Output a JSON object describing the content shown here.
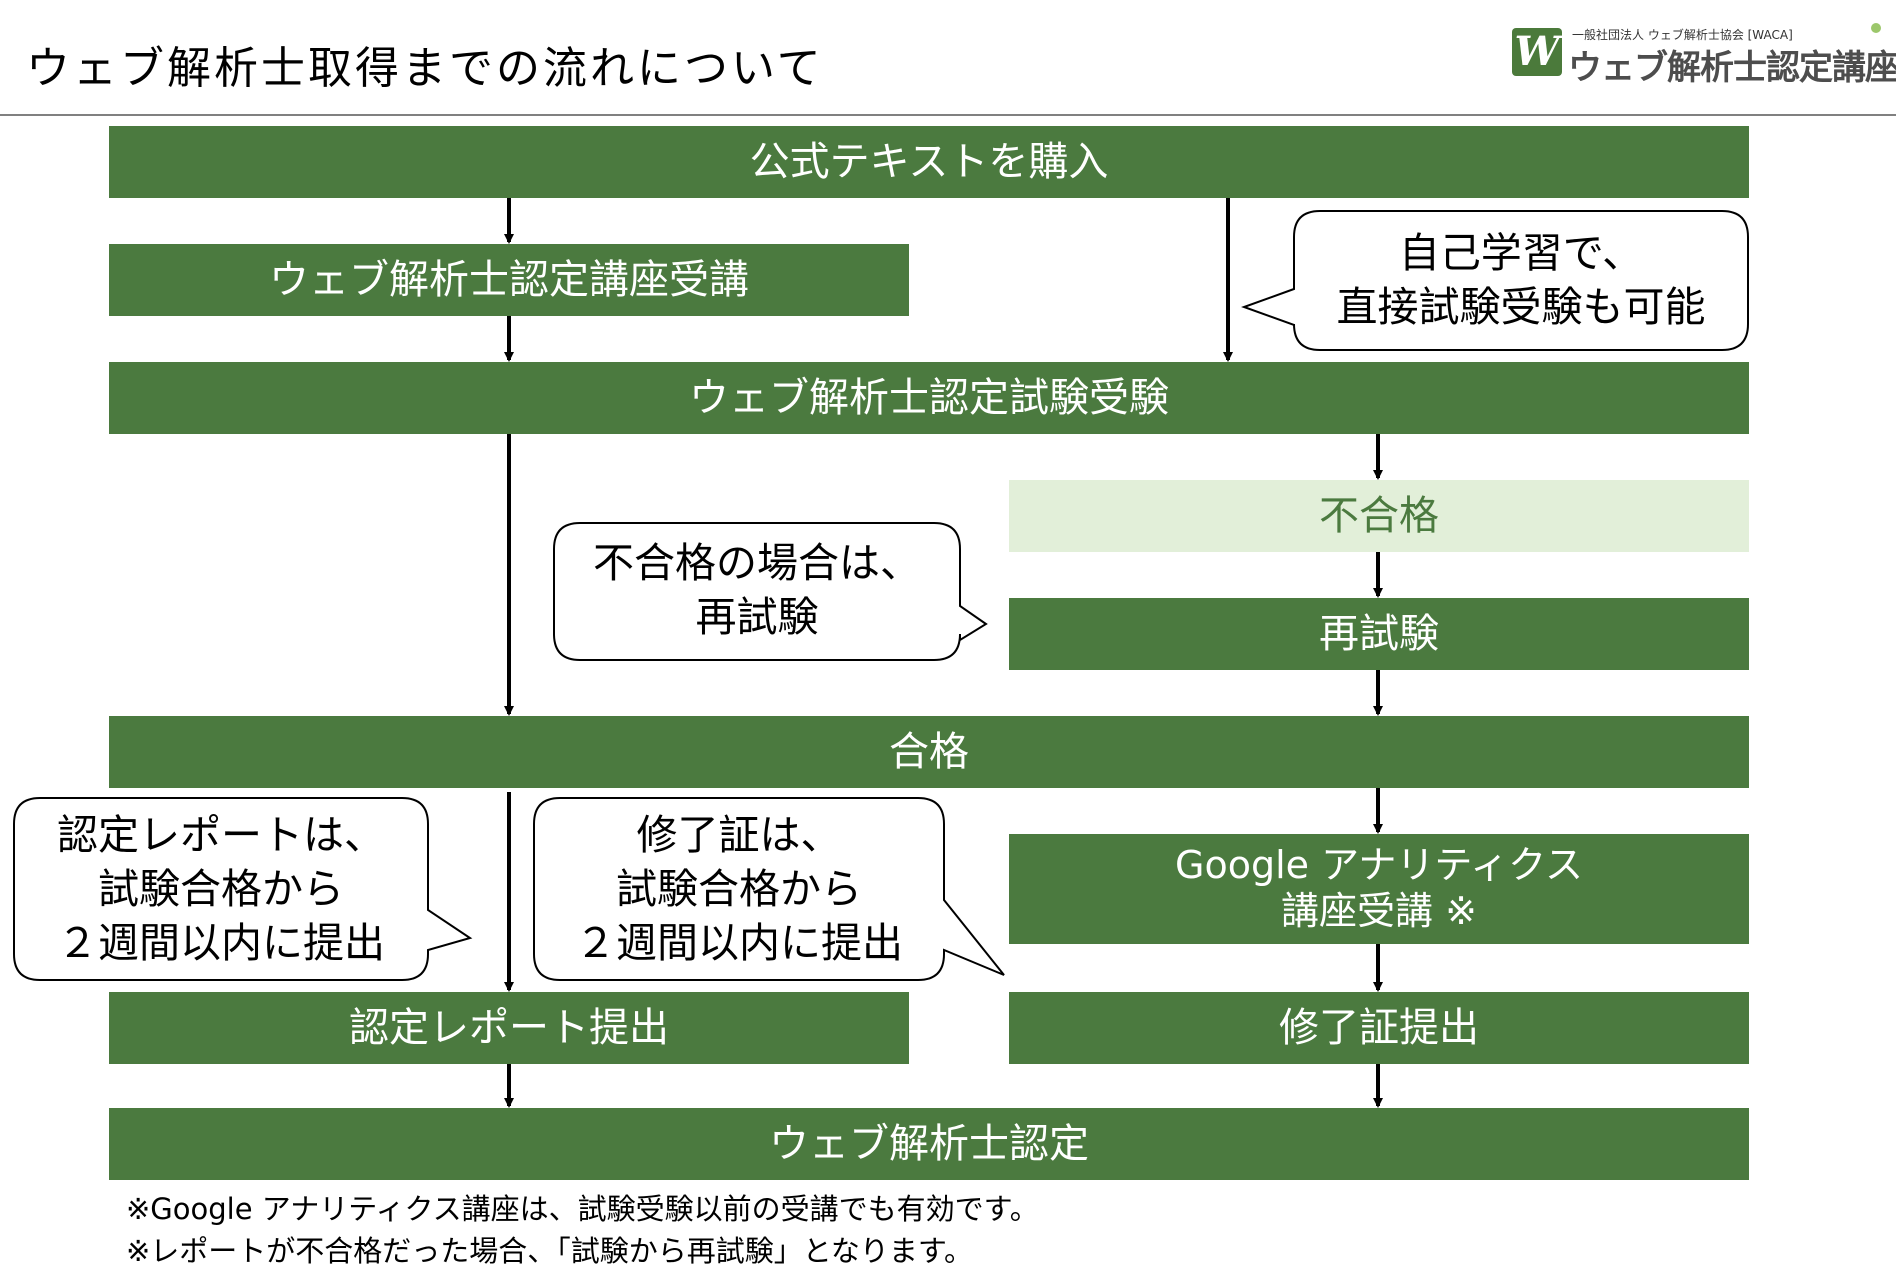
{
  "header": {
    "title": "ウェブ解析士取得までの流れについて",
    "logo": {
      "mark": "W",
      "subtitle": "一般社団法人 ウェブ解析士協会 [WACA]",
      "name": "ウェブ解析士認定講座"
    }
  },
  "flow": {
    "buy_text": "公式テキストを購入",
    "course": "ウェブ解析士認定講座受講",
    "exam": "ウェブ解析士認定試験受験",
    "fail": "不合格",
    "retest": "再試験",
    "pass": "合格",
    "ga_course_line1": "Google アナリティクス",
    "ga_course_line2": "講座受講 ※",
    "report": "認定レポート提出",
    "certificate": "修了証提出",
    "certified": "ウェブ解析士認定"
  },
  "callouts": {
    "self_study": [
      "自己学習で、",
      "直接試験受験も可能"
    ],
    "retest_note": [
      "不合格の場合は、",
      "再試験"
    ],
    "report_note": [
      "認定レポートは、",
      "試験合格から",
      "２週間以内に提出"
    ],
    "certificate_note": [
      "修了証は、",
      "試験合格から",
      "２週間以内に提出"
    ]
  },
  "notes": [
    "※Google アナリティクス講座は、試験受験以前の受講でも有効です。",
    "※レポートが不合格だった場合、「試験から再試験」となります。"
  ],
  "colors": {
    "box_green": "#4b7a3f",
    "light_green": "#e2efd9",
    "arrow": "#000000",
    "callout_border": "#000000"
  }
}
